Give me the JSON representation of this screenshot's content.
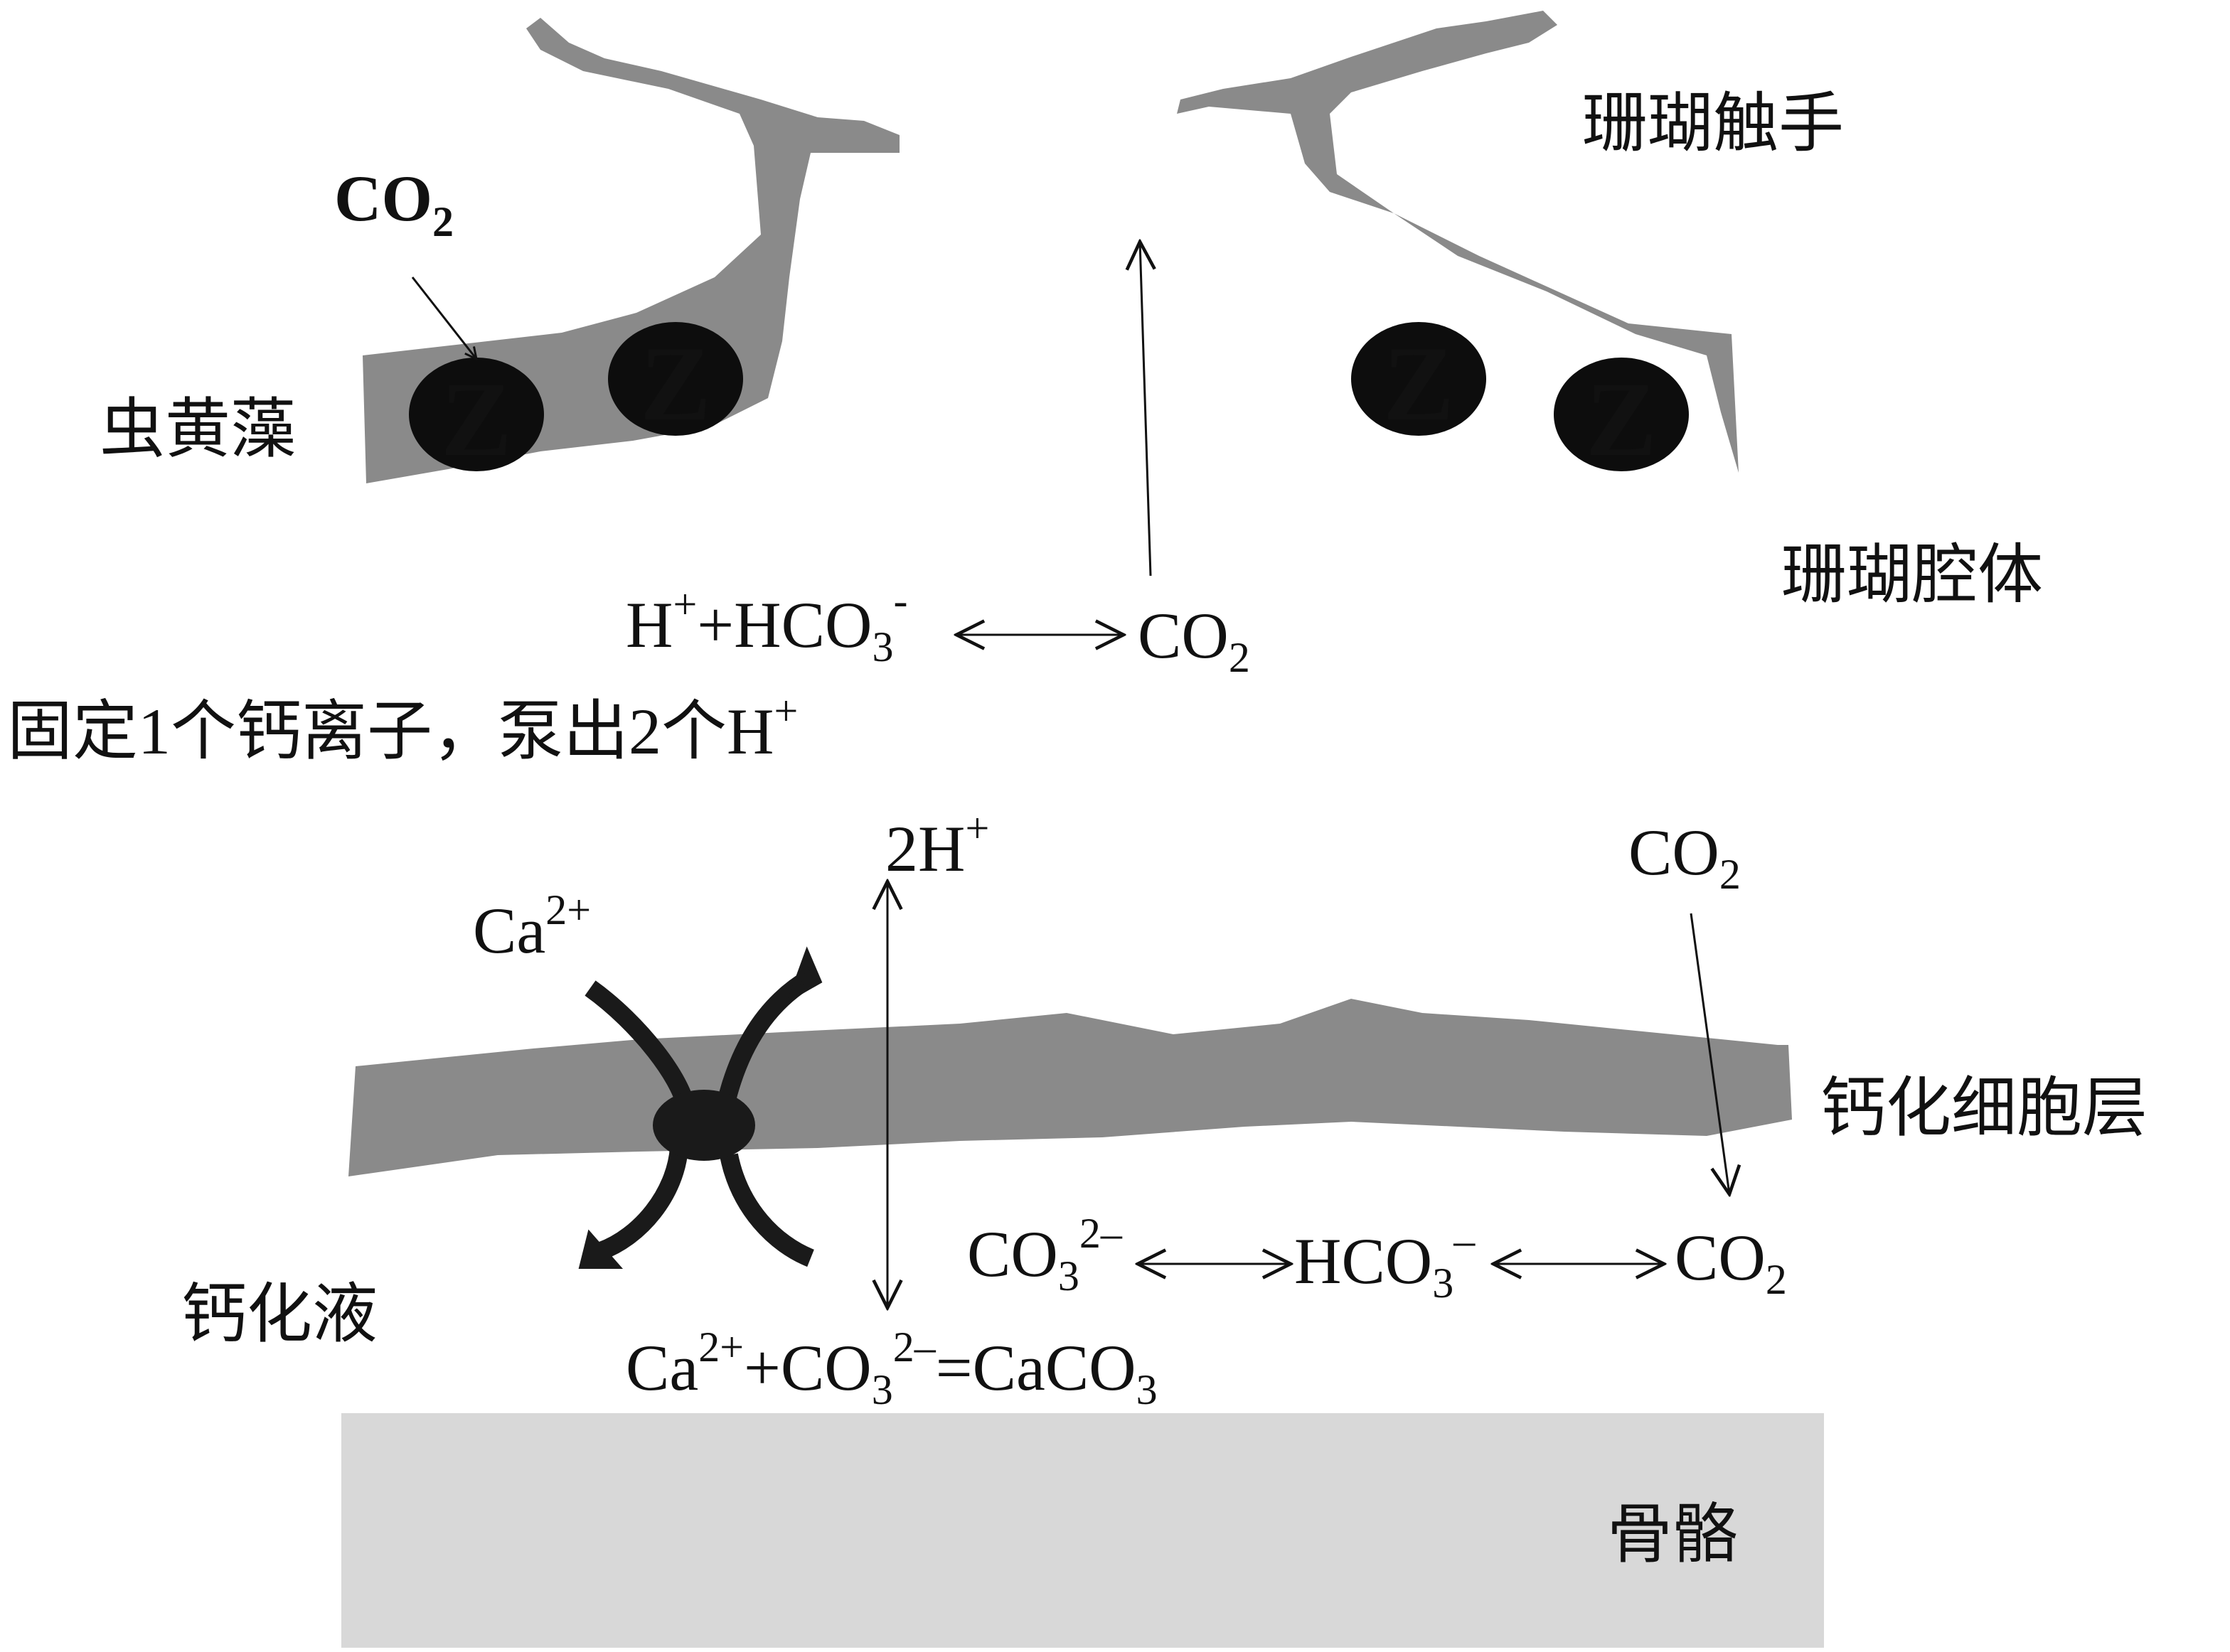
{
  "labels": {
    "coral_tentacle": "珊瑚触手",
    "zooxanthellae": "虫黄藻",
    "coral_cavity": "珊瑚腔体",
    "pump_note": "固定1个钙离子，泵出2个H",
    "calcifying_layer": "钙化细胞层",
    "calcifying_fluid": "钙化液",
    "skeleton": "骨骼",
    "zoox_marker": "Z"
  },
  "chem": {
    "co": "CO",
    "two": "2",
    "three": "3",
    "plus": "+",
    "minus": "-",
    "minus_en": "–",
    "two_minus": "2–",
    "two_plus": "2+",
    "h": "H",
    "hco": "+HCO",
    "hco_plain": "HCO",
    "twoh": "2H",
    "ca": "Ca",
    "co_eq": "+CO",
    "caco": "=CaCO"
  },
  "colors": {
    "tissue_gray": "#8a8a8a",
    "skeleton_gray": "#d8d8d8",
    "zoox_fill": "#0d0d0d",
    "pump_fill": "#1a1a1a",
    "arrow": "#111111"
  }
}
